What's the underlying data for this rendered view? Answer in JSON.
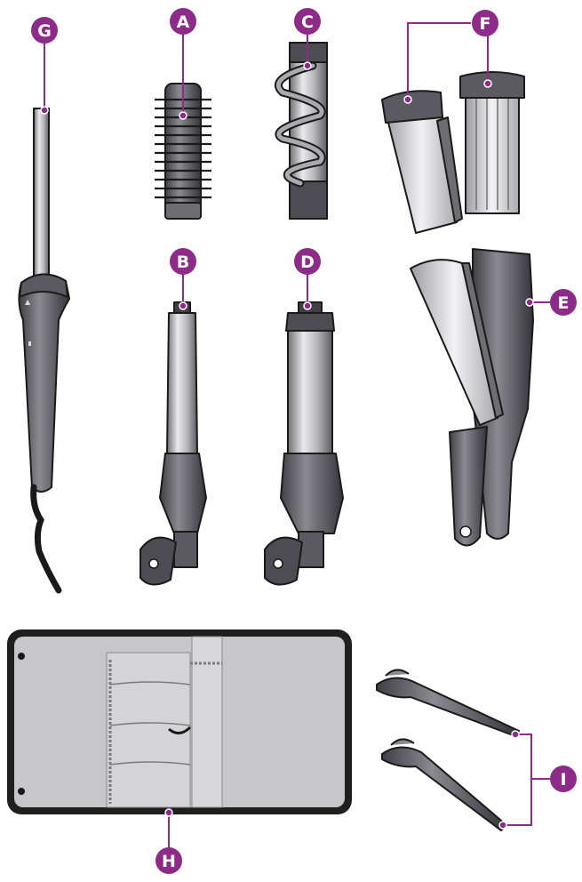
{
  "accent_color": "#8e2a88",
  "labels": {
    "A": "A",
    "B": "B",
    "C": "C",
    "D": "D",
    "E": "E",
    "F": "F",
    "G": "G",
    "H": "H",
    "I": "I"
  },
  "parts": {
    "A": "round-brush-attachment-icon",
    "B": "small-curling-barrel-icon",
    "C": "spiral-curling-attachment-icon",
    "D": "large-curling-barrel-icon",
    "E": "crimper-attachment-icon",
    "F": "crimper-plates-icon",
    "G": "handle-with-cord-icon",
    "H": "storage-case-icon",
    "I": "hair-clips-icon"
  }
}
